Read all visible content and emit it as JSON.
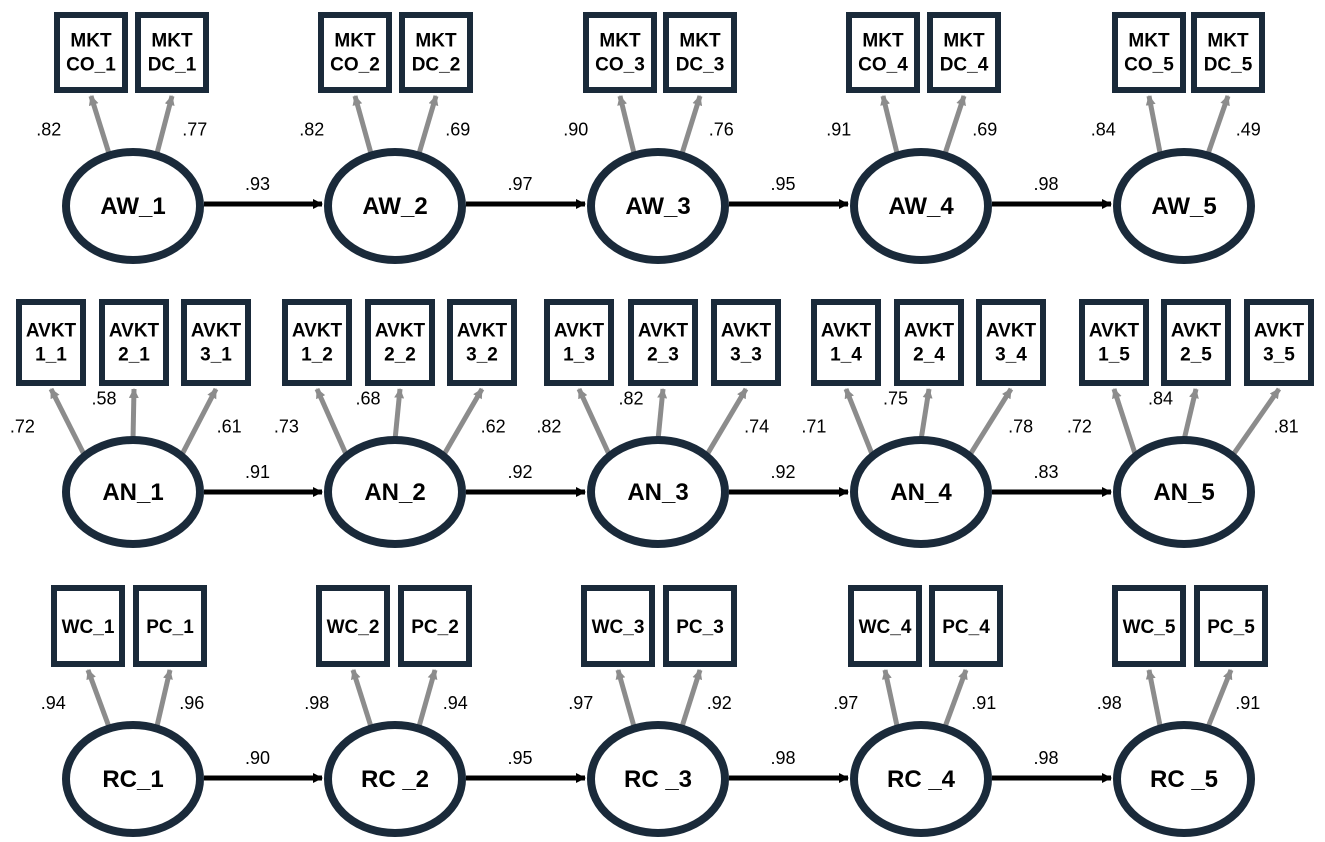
{
  "colors": {
    "outline": "#1a2a3a",
    "path": "#000000",
    "loading": "#8c8c8c",
    "background": "#ffffff"
  },
  "rows": [
    {
      "latents": [
        {
          "label": "AW_1",
          "indicators": [
            [
              "MKT",
              "CO_1"
            ],
            [
              "MKT",
              "DC_1"
            ]
          ],
          "loadings": [
            ".82",
            ".77"
          ]
        },
        {
          "label": "AW_2",
          "indicators": [
            [
              "MKT",
              "CO_2"
            ],
            [
              "MKT",
              "DC_2"
            ]
          ],
          "loadings": [
            ".82",
            ".69"
          ]
        },
        {
          "label": "AW_3",
          "indicators": [
            [
              "MKT",
              "CO_3"
            ],
            [
              "MKT",
              "DC_3"
            ]
          ],
          "loadings": [
            ".90",
            ".76"
          ]
        },
        {
          "label": "AW_4",
          "indicators": [
            [
              "MKT",
              "CO_4"
            ],
            [
              "MKT",
              "DC_4"
            ]
          ],
          "loadings": [
            ".91",
            ".69"
          ]
        },
        {
          "label": "AW_5",
          "indicators": [
            [
              "MKT",
              "CO_5"
            ],
            [
              "MKT",
              "DC_5"
            ]
          ],
          "loadings": [
            ".84",
            ".49"
          ]
        }
      ],
      "paths": [
        ".93",
        ".97",
        ".95",
        ".98"
      ]
    },
    {
      "latents": [
        {
          "label": "AN_1",
          "indicators": [
            [
              "AVKT",
              "1_1"
            ],
            [
              "AVKT",
              "2_1"
            ],
            [
              "AVKT",
              "3_1"
            ]
          ],
          "loadings": [
            ".72",
            ".58",
            ".61"
          ]
        },
        {
          "label": "AN_2",
          "indicators": [
            [
              "AVKT",
              "1_2"
            ],
            [
              "AVKT",
              "2_2"
            ],
            [
              "AVKT",
              "3_2"
            ]
          ],
          "loadings": [
            ".73",
            ".68",
            ".62"
          ]
        },
        {
          "label": "AN_3",
          "indicators": [
            [
              "AVKT",
              "1_3"
            ],
            [
              "AVKT",
              "2_3"
            ],
            [
              "AVKT",
              "3_3"
            ]
          ],
          "loadings": [
            ".82",
            ".82",
            ".74"
          ]
        },
        {
          "label": "AN_4",
          "indicators": [
            [
              "AVKT",
              "1_4"
            ],
            [
              "AVKT",
              "2_4"
            ],
            [
              "AVKT",
              "3_4"
            ]
          ],
          "loadings": [
            ".71",
            ".75",
            ".78"
          ]
        },
        {
          "label": "AN_5",
          "indicators": [
            [
              "AVKT",
              "1_5"
            ],
            [
              "AVKT",
              "2_5"
            ],
            [
              "AVKT",
              "3_5"
            ]
          ],
          "loadings": [
            ".72",
            ".84",
            ".81"
          ]
        }
      ],
      "paths": [
        ".91",
        ".92",
        ".92",
        ".83"
      ]
    },
    {
      "latents": [
        {
          "label": "RC_1",
          "indicators": [
            [
              "WC_1"
            ],
            [
              "PC_1"
            ]
          ],
          "loadings": [
            ".94",
            ".96"
          ]
        },
        {
          "label": "RC _2",
          "indicators": [
            [
              "WC_2"
            ],
            [
              "PC_2"
            ]
          ],
          "loadings": [
            ".98",
            ".94"
          ]
        },
        {
          "label": "RC _3",
          "indicators": [
            [
              "WC_3"
            ],
            [
              "PC_3"
            ]
          ],
          "loadings": [
            ".97",
            ".92"
          ]
        },
        {
          "label": "RC _4",
          "indicators": [
            [
              "WC_4"
            ],
            [
              "PC_4"
            ]
          ],
          "loadings": [
            ".97",
            ".91"
          ]
        },
        {
          "label": "RC _5",
          "indicators": [
            [
              "WC_5"
            ],
            [
              "PC_5"
            ]
          ],
          "loadings": [
            ".98",
            ".91"
          ]
        }
      ],
      "paths": [
        ".90",
        ".95",
        ".98",
        ".98"
      ]
    }
  ]
}
